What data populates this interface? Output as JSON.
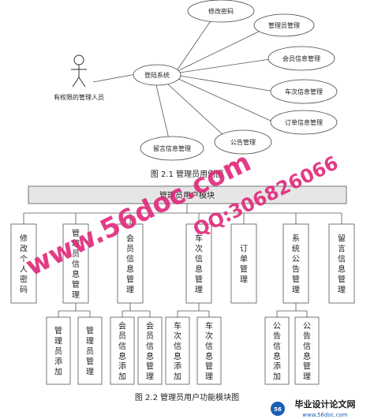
{
  "usecase": {
    "actor_label": "有权限的管理人员",
    "center": "登陆系统",
    "items": [
      "修改密码",
      "管理员管理",
      "会员信息管理",
      "车次信息管理",
      "订单信息管理",
      "公告管理",
      "留言信息管理"
    ]
  },
  "caption1": "图 2.1 管理员用例图",
  "modules": {
    "root": "管理员用户模块",
    "top": [
      "修改个人密码",
      "管理员信息管理",
      "会员信息管理",
      "车次信息管理",
      "订单管理",
      "系统公告管理",
      "留言信息管理"
    ],
    "sub": [
      "管理员添加",
      "管理员管理",
      "会员信息添加",
      "会员信息管理",
      "车次信息添加",
      "车次信息管理",
      "公告信息添加",
      "公告信息管理"
    ]
  },
  "caption2": "图 2.2 管理员用户功能模块图",
  "watermark": {
    "site": "www.56doc.com",
    "qq": "QQ:306826066",
    "brand": "毕业设计论文网",
    "brand_url": "www.56doc.com"
  },
  "colors": {
    "watermark_pink": "#e0287a",
    "line": "#555555",
    "root_fill": "#e6e6e6"
  }
}
